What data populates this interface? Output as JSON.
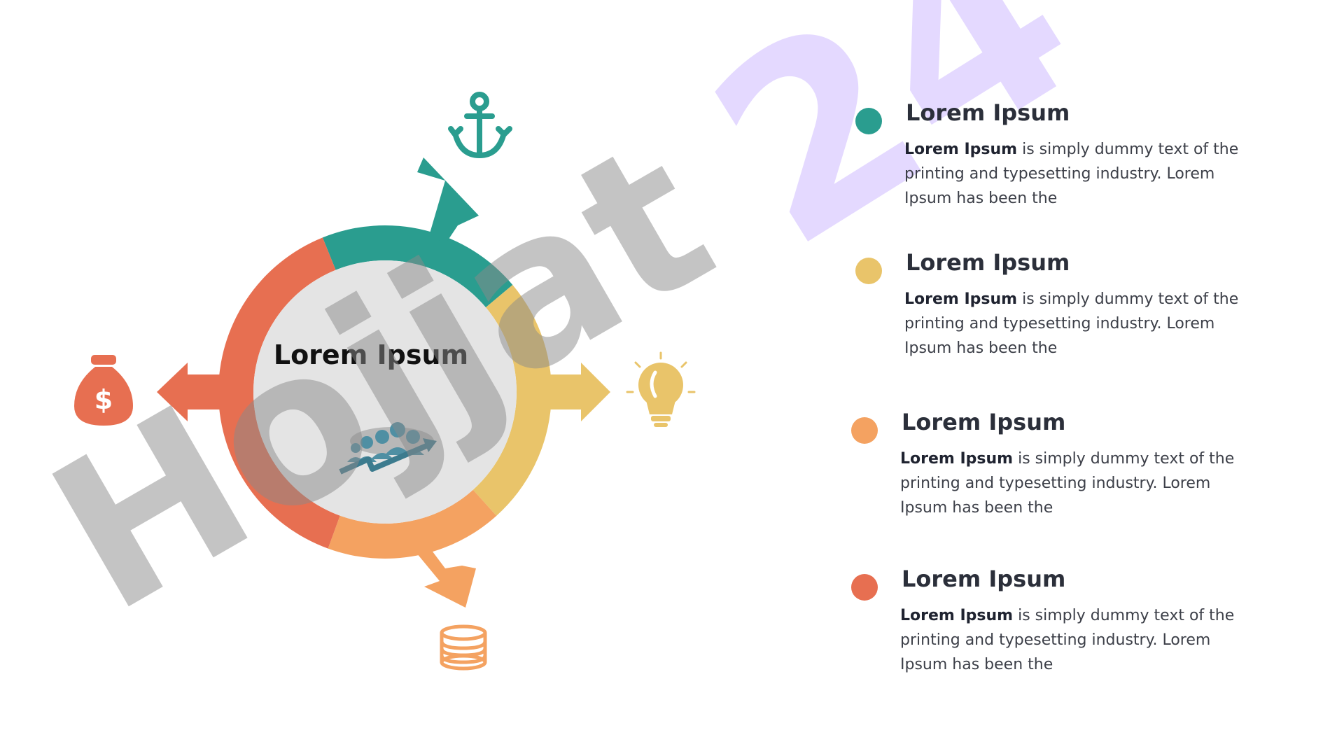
{
  "center": {
    "title": "Lorem Ipsum"
  },
  "colors": {
    "teal": "#2a9d8f",
    "yellow": "#e9c46a",
    "orange": "#f4a261",
    "red": "#e76f51",
    "inner": "#e4e4e4"
  },
  "icons": {
    "top": "anchor-icon",
    "right": "lightbulb-icon",
    "bottom": "coins-icon",
    "left": "money-bag-icon",
    "center": "team-growth-icon"
  },
  "legend": [
    {
      "title": "Lorem Ipsum",
      "body_bold": "Lorem Ipsum",
      "body_rest": " is simply dummy text of the printing and typesetting industry. Lorem Ipsum has been the",
      "color": "#2a9d8f"
    },
    {
      "title": "Lorem Ipsum",
      "body_bold": "Lorem Ipsum",
      "body_rest": " is simply dummy text of the printing and typesetting industry. Lorem Ipsum has been the",
      "color": "#e9c46a"
    },
    {
      "title": "Lorem Ipsum",
      "body_bold": "Lorem Ipsum",
      "body_rest": " is simply dummy text of the printing and typesetting industry. Lorem Ipsum has been the",
      "color": "#f4a261"
    },
    {
      "title": "Lorem Ipsum",
      "body_bold": "Lorem Ipsum",
      "body_rest": " is simply dummy text of the printing and typesetting industry. Lorem Ipsum has been the",
      "color": "#e76f51"
    }
  ],
  "watermark": {
    "text": "Hojjat",
    "number": "24"
  }
}
